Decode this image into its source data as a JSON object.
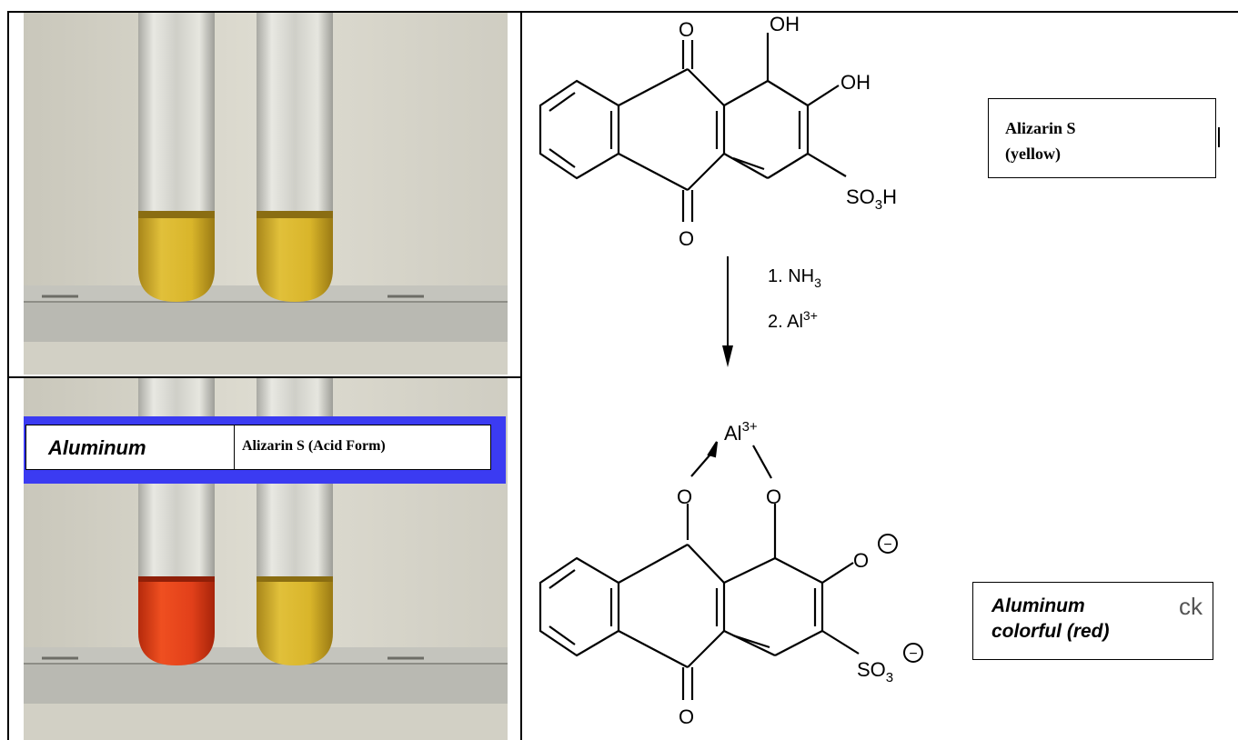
{
  "reaction": {
    "reactant_atoms": {
      "o_top": "O",
      "o_bottom": "O",
      "oh_1": "OH",
      "oh_2": "OH",
      "so3h": "SO",
      "so3h_sub": "3",
      "so3h_tail": "H"
    },
    "reagents": {
      "step1_prefix": "1. NH",
      "step1_sub": "3",
      "step2_prefix": "2. Al",
      "step2_sup": "3+"
    },
    "product_atoms": {
      "al": "Al",
      "al_sup": "3+",
      "o_left": "O",
      "o_right": "O",
      "o_minus": "O",
      "o_top": "O",
      "o_bottom": "O",
      "so3": "SO",
      "so3_sub": "3",
      "minus": "−"
    }
  },
  "labels": {
    "reactant_name_line1": "Alizarin S",
    "reactant_name_line2": "(yellow)",
    "product_name_line1": "Aluminum",
    "product_name_line2": "colorful (red)",
    "overflow_text": "ck"
  },
  "photo_labels": {
    "left": "Aluminum",
    "right": "Alizarin S (Acid Form)"
  },
  "colors": {
    "yellow_solution": "#d9b52a",
    "red_solution": "#e2401a",
    "band_blue": "#3b3bf2",
    "photo_background": "#d6d4c8"
  }
}
